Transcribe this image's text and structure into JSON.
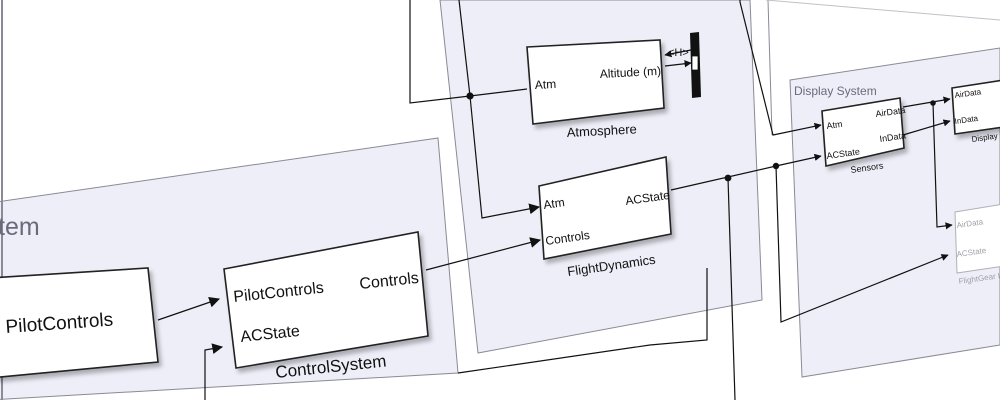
{
  "areas": {
    "system_fragment": "tem",
    "display_system": "Display System"
  },
  "blocks": {
    "pilotcontrols": {
      "output": "PilotControls"
    },
    "controlsystem": {
      "in1": "PilotControls",
      "in2": "ACState",
      "out1": "Controls",
      "name": "ControlSystem"
    },
    "atmosphere": {
      "in1": "Atm",
      "out1": "Altitude (m)",
      "name": "Atmosphere"
    },
    "flightdynamics": {
      "in1": "Atm",
      "in2": "Controls",
      "out1": "ACState",
      "name": "FlightDynamics"
    },
    "sensors": {
      "in1": "Atm",
      "in2": "ACState",
      "out1": "AirData",
      "out2": "InData",
      "name": "Sensors"
    },
    "display": {
      "in1": "AirData",
      "in2": "InData",
      "name": "Display"
    },
    "flightgear": {
      "in1": "AirData",
      "in2": "ACState",
      "name": "FlightGear In"
    }
  },
  "bus": {
    "label": "<H>"
  },
  "colors": {
    "area_fill": "#eeeef8",
    "area_stroke": "#8a8a96",
    "block_stroke": "#222222"
  }
}
